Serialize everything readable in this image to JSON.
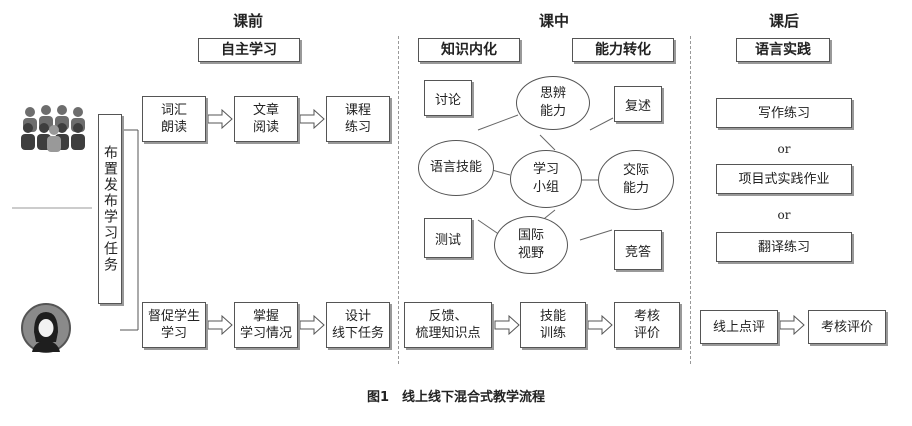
{
  "caption": "图1　线上线下混合式教学流程",
  "phases": {
    "pre": {
      "title": "课前",
      "sub": "自主学习"
    },
    "in": {
      "title": "课中",
      "sub1": "知识内化",
      "sub2": "能力转化"
    },
    "post": {
      "title": "课后",
      "sub": "语言实践"
    }
  },
  "assign_box": "布置发布学习任务",
  "pre_online": [
    "词汇\n朗读",
    "文章\n阅读",
    "课程\n练习"
  ],
  "pre_offline": [
    "督促学生\n学习",
    "掌握\n学习情况",
    "设计\n线下任务"
  ],
  "in_center": {
    "group": "学习\n小组",
    "thinking": "思辨\n能力",
    "language": "语言技能",
    "communication": "交际\n能力",
    "vision": "国际\n视野"
  },
  "in_notes": {
    "discuss": "讨论",
    "retell": "复述",
    "test": "测试",
    "contest": "竞答"
  },
  "in_offline": [
    "反馈、\n梳理知识点",
    "技能\n训练",
    "考核\n评价"
  ],
  "post_online": {
    "item1": "写作练习",
    "or1": "or",
    "item2": "项目式实践作业",
    "or2": "or",
    "item3": "翻译练习"
  },
  "post_offline": [
    "线上点评",
    "考核评价"
  ],
  "icons": {
    "students": "students-group-icon",
    "teacher": "teacher-avatar-icon"
  }
}
